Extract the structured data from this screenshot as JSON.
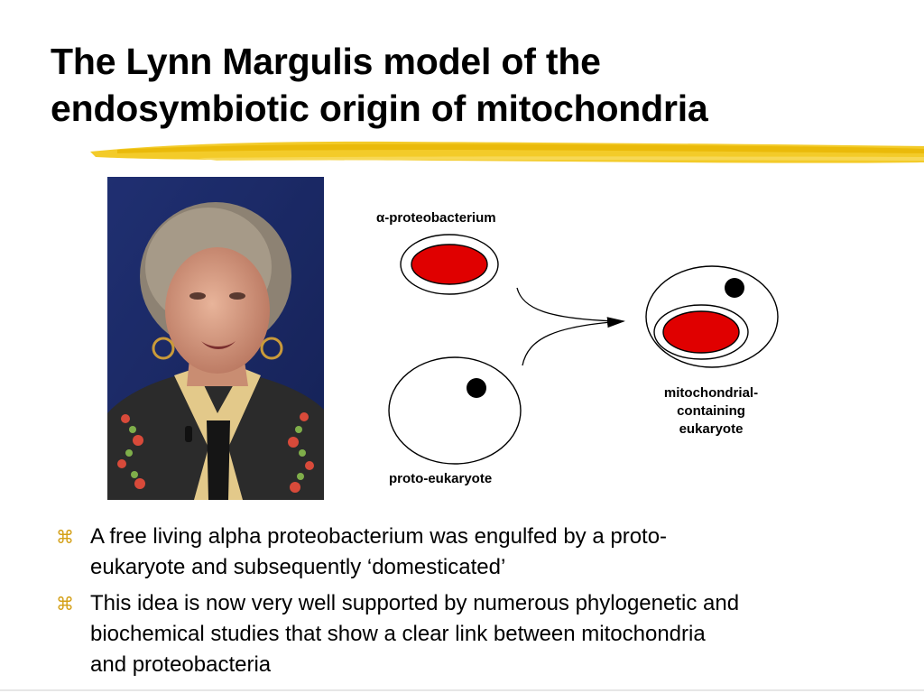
{
  "slide": {
    "title_lines": [
      "The Lynn Margulis model of the",
      "endosymbiotic origin of mitochondria"
    ],
    "accent_color": "#F2C81E"
  },
  "diagram": {
    "alpha_label": "α-proteobacterium",
    "proto_label": "proto-eukaryote",
    "result_label_lines": [
      "mitochondrial-",
      "containing",
      "eukaryote"
    ],
    "organelle_color": "#E00000"
  },
  "bullets": [
    {
      "glyph": "⌘",
      "lines": [
        "A free living alpha proteobacterium was engulfed by a proto-",
        "eukaryote and subsequently ‘domesticated’"
      ]
    },
    {
      "glyph": "⌘",
      "lines": [
        "This idea is now very well supported by numerous phylogenetic and",
        "biochemical studies that show a clear link between mitochondria",
        "and proteobacteria"
      ]
    }
  ]
}
